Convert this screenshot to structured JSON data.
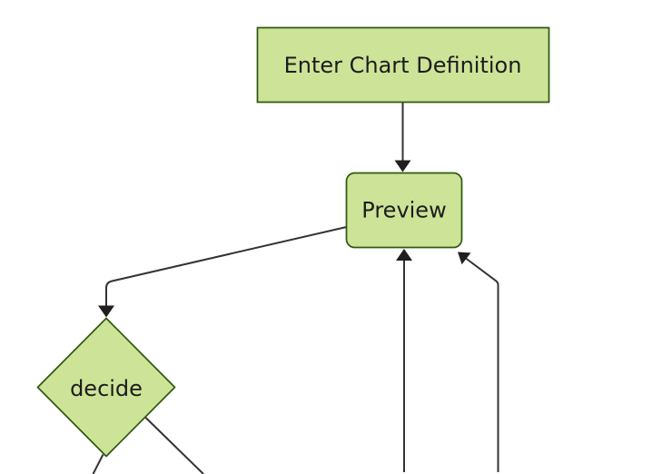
{
  "diagram": {
    "kind": "flowchart",
    "background": "#ffffff",
    "palette": {
      "node_fill": "#cde498",
      "node_border": "#2f5a10",
      "edge_stroke": "#333333",
      "arrow_fill": "#1f1f1f",
      "label_color": "#1c1c1c"
    },
    "nodes": {
      "enter": {
        "label": "Enter Chart Definition",
        "shape": "rectangle"
      },
      "preview": {
        "label": "Preview",
        "shape": "rounded-rectangle"
      },
      "decide": {
        "label": "decide",
        "shape": "diamond"
      }
    },
    "edges": [
      {
        "from": "enter",
        "to": "preview",
        "style": "arrow"
      },
      {
        "from": "preview",
        "to": "decide",
        "style": "arrow"
      },
      {
        "from": "offscreen-bottom-center",
        "to": "preview",
        "style": "arrow"
      },
      {
        "from": "offscreen-bottom-right",
        "to": "preview",
        "style": "arrow"
      },
      {
        "from": "decide",
        "to": "offscreen-bottom-left",
        "style": "line"
      },
      {
        "from": "decide",
        "to": "offscreen-bottom-right",
        "style": "line"
      }
    ]
  }
}
